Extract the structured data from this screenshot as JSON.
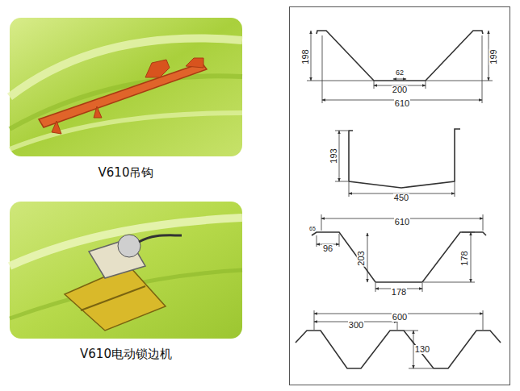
{
  "diagram": {
    "labels": [
      "V610吊钩",
      "V610电动锁边机",
      "198",
      "62",
      "200",
      "610",
      "199",
      "193",
      "450",
      "610",
      "65",
      "96",
      "203",
      "178",
      "178",
      "600",
      "300",
      "130"
    ]
  }
}
